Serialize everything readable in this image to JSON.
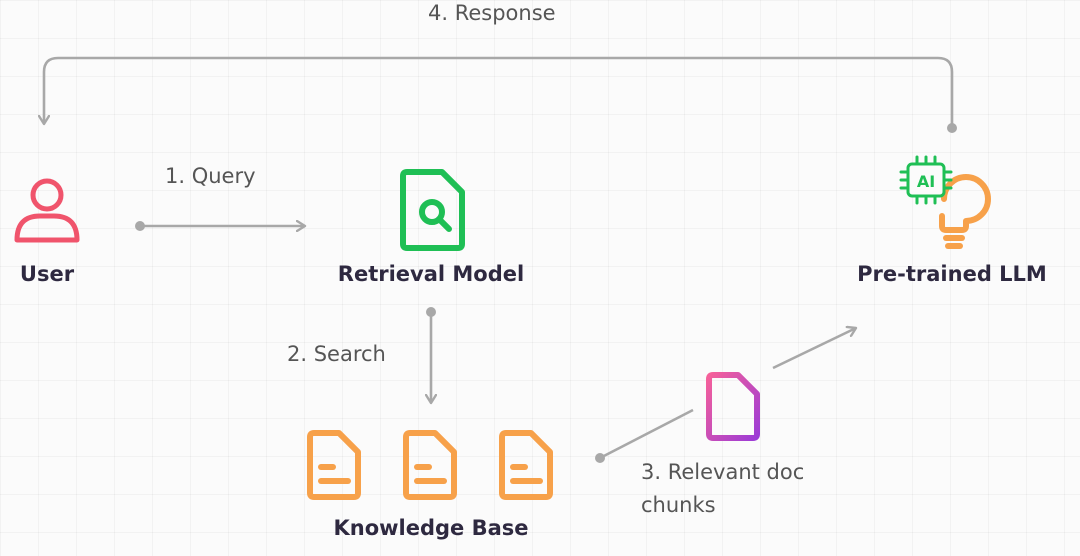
{
  "nodes": {
    "user": {
      "label": "User",
      "icon": "user-icon",
      "color": "#f0546c"
    },
    "retrieval_model": {
      "label": "Retrieval Model",
      "icon": "document-search-icon",
      "color": "#1fbf55"
    },
    "llm": {
      "label": "Pre-trained LLM",
      "icon": "ai-lightbulb-icon",
      "chip_text": "AI",
      "chip_color": "#1fbf55",
      "bulb_color": "#f7a14a"
    },
    "knowledge_base": {
      "label": "Knowledge Base",
      "icon": "document-icon",
      "color": "#f7a14a"
    }
  },
  "edges": {
    "query": {
      "label": "1. Query"
    },
    "search": {
      "label": "2. Search"
    },
    "chunks": {
      "label": "3. Relevant doc\nchunks",
      "icon": "document-icon",
      "color_from": "#f5609a",
      "color_to": "#9c3bd6"
    },
    "response": {
      "label": "4. Response"
    }
  },
  "colors": {
    "arrow": "#a8a8a8",
    "label_text": "#2e2940"
  }
}
